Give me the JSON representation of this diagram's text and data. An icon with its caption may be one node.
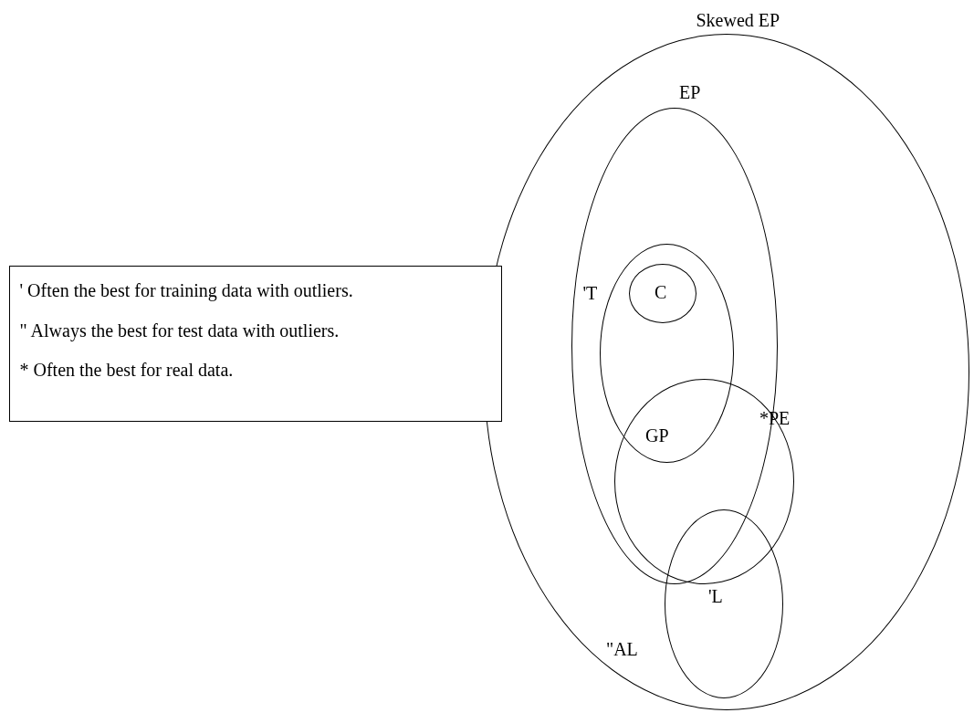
{
  "diagram": {
    "nodes": [
      {
        "text": [
          "Skewed EP"
        ]
      },
      {
        "text": [
          "EP"
        ],
        "in": 0
      },
      {
        "text": [
          "'T"
        ],
        "in": 1
      },
      {
        "text": [
          "C"
        ],
        "in": 2
      },
      {
        "text": [
          "*PE"
        ],
        "in": 0
      },
      {
        "text": [
          "\"AL"
        ],
        "in": 0
      },
      {
        "text": [
          "' Often the best for training data with outliers.",
          "\" Always the best for test data with outliers.",
          "* Often the best for real data."
        ]
      }
    ],
    "edges": [],
    "labels": [
      "GP",
      "'L"
    ]
  }
}
